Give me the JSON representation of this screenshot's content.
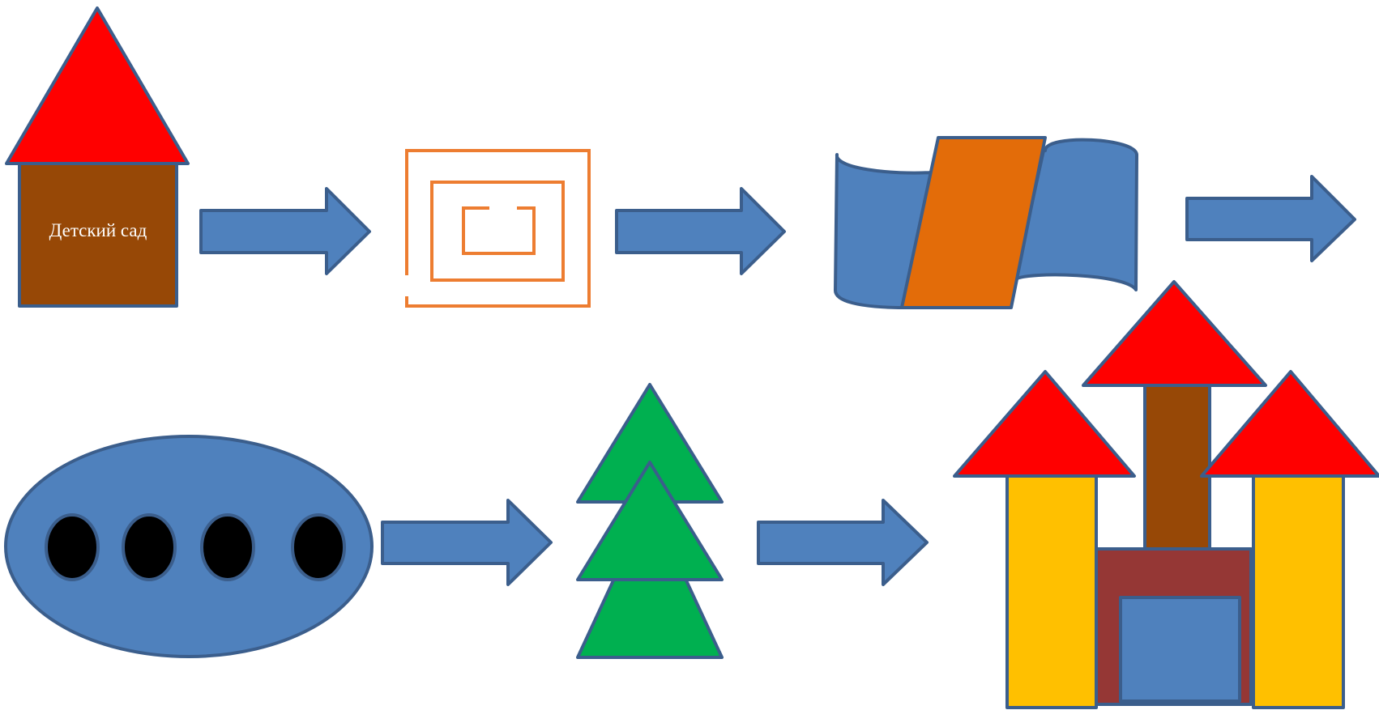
{
  "colors": {
    "stroke": "#3b5e8c",
    "blue": "#4f81bd",
    "red": "#ff0000",
    "brown": "#974806",
    "orange": "#e36c09",
    "maze": "#ed7d31",
    "green": "#00b050",
    "yellow": "#ffc000",
    "maroon": "#953735",
    "black": "#000000",
    "white": "#ffffff"
  },
  "house": {
    "label": "Детский сад"
  },
  "icons": {
    "house": "house-shape",
    "arrow": "right-block-arrow",
    "maze": "maze-square",
    "ribbon": "wave-ribbon-banner",
    "oval": "oval-with-four-holes",
    "tree": "stacked-triangle-tree",
    "castle": "castle-of-blocks"
  },
  "counts": {
    "arrows": 5,
    "holes": 4,
    "tree_tiers": 3,
    "castle_towers": 3
  }
}
